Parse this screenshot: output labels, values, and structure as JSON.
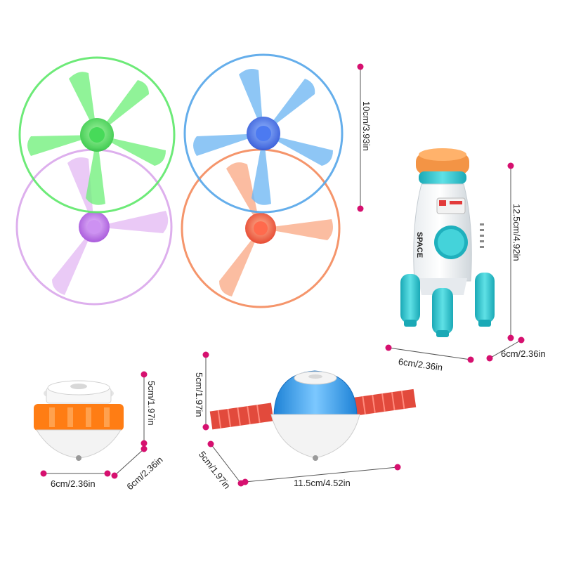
{
  "dimensions": {
    "propeller_height": "10cm/3.93in",
    "rocket_height": "12.5cm/4.92in",
    "rocket_width": "6cm/2.36in",
    "rocket_depth": "6cm/2.36in",
    "top_height": "5cm/1.97in",
    "top_width": "6cm/2.36in",
    "top_depth": "6cm/2.36in",
    "satellite_height": "5cm/1.97in",
    "satellite_depth": "5cm/1.97in",
    "satellite_width": "11.5cm/4.52in"
  },
  "rocket": {
    "label": "SPACE"
  },
  "colors": {
    "marker": "#d6106f",
    "green": "#5ee86a",
    "blue": "#58a8ea",
    "purple": "#d8a2ea",
    "orange": "#f48a5c",
    "teal": "#2fc6cf",
    "rocket_orange": "#f07c2a",
    "satellite_red": "#e24a3c",
    "top_orange": "#ff7d14"
  }
}
